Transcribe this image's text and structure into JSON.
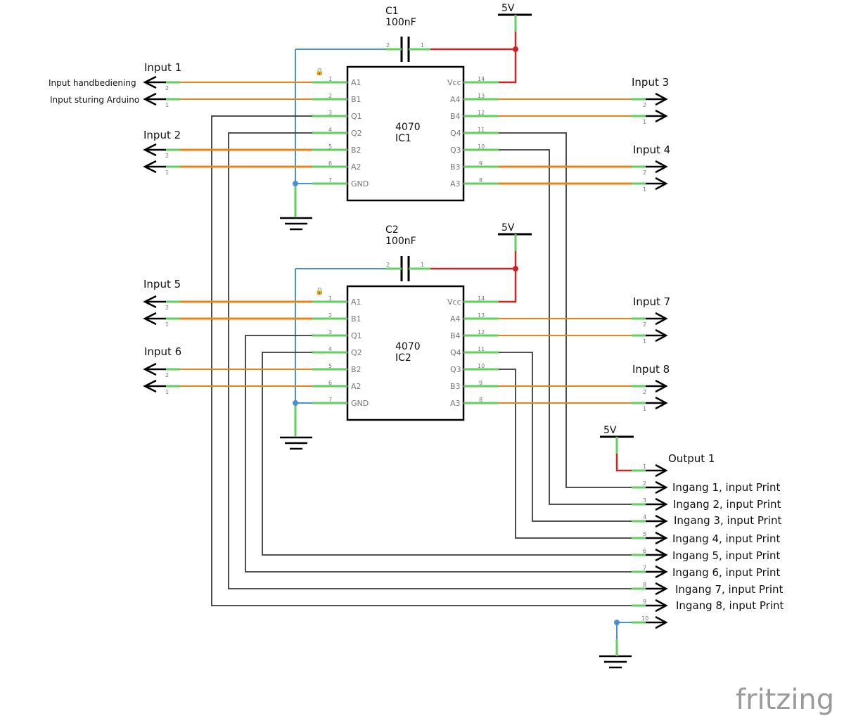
{
  "ics": [
    {
      "type": "4070",
      "ref": "IC1",
      "left_pins": [
        {
          "num": "1",
          "name": "A1"
        },
        {
          "num": "2",
          "name": "B1"
        },
        {
          "num": "3",
          "name": "Q1"
        },
        {
          "num": "4",
          "name": "Q2"
        },
        {
          "num": "5",
          "name": "B2"
        },
        {
          "num": "6",
          "name": "A2"
        },
        {
          "num": "7",
          "name": "GND"
        }
      ],
      "right_pins": [
        {
          "num": "14",
          "name": "Vcc"
        },
        {
          "num": "13",
          "name": "A4"
        },
        {
          "num": "12",
          "name": "B4"
        },
        {
          "num": "11",
          "name": "Q4"
        },
        {
          "num": "10",
          "name": "Q3"
        },
        {
          "num": "9",
          "name": "B3"
        },
        {
          "num": "8",
          "name": "A3"
        }
      ]
    },
    {
      "type": "4070",
      "ref": "IC2",
      "left_pins": [
        {
          "num": "1",
          "name": "A1"
        },
        {
          "num": "2",
          "name": "B1"
        },
        {
          "num": "3",
          "name": "Q1"
        },
        {
          "num": "4",
          "name": "Q2"
        },
        {
          "num": "5",
          "name": "B2"
        },
        {
          "num": "6",
          "name": "A2"
        },
        {
          "num": "7",
          "name": "GND"
        }
      ],
      "right_pins": [
        {
          "num": "14",
          "name": "Vcc"
        },
        {
          "num": "13",
          "name": "A4"
        },
        {
          "num": "12",
          "name": "B4"
        },
        {
          "num": "11",
          "name": "Q4"
        },
        {
          "num": "10",
          "name": "Q3"
        },
        {
          "num": "9",
          "name": "B3"
        },
        {
          "num": "8",
          "name": "A3"
        }
      ]
    }
  ],
  "capacitors": [
    {
      "ref": "C1",
      "value": "100nF",
      "pin_a": "2",
      "pin_b": "1"
    },
    {
      "ref": "C2",
      "value": "100nF",
      "pin_a": "2",
      "pin_b": "1"
    }
  ],
  "supplies": [
    "5V",
    "5V",
    "5V"
  ],
  "input_connectors": [
    {
      "title": "Input 1",
      "pins": [
        {
          "num": "2",
          "label": "Input handbediening"
        },
        {
          "num": "1",
          "label": "Input sturing Arduino"
        }
      ]
    },
    {
      "title": "Input 2",
      "pins": [
        {
          "num": "2",
          "label": ""
        },
        {
          "num": "1",
          "label": ""
        }
      ]
    },
    {
      "title": "Input 3",
      "pins": [
        {
          "num": "2",
          "label": ""
        },
        {
          "num": "1",
          "label": ""
        }
      ]
    },
    {
      "title": "Input 4",
      "pins": [
        {
          "num": "2",
          "label": ""
        },
        {
          "num": "1",
          "label": ""
        }
      ]
    },
    {
      "title": "Input 5",
      "pins": [
        {
          "num": "2",
          "label": ""
        },
        {
          "num": "1",
          "label": ""
        }
      ]
    },
    {
      "title": "Input 6",
      "pins": [
        {
          "num": "2",
          "label": ""
        },
        {
          "num": "1",
          "label": ""
        }
      ]
    },
    {
      "title": "Input 7",
      "pins": [
        {
          "num": "2",
          "label": ""
        },
        {
          "num": "1",
          "label": ""
        }
      ]
    },
    {
      "title": "Input 8",
      "pins": [
        {
          "num": "2",
          "label": ""
        },
        {
          "num": "1",
          "label": ""
        }
      ]
    }
  ],
  "output_connector": {
    "pins": [
      {
        "num": "1",
        "label": "Output 1"
      },
      {
        "num": "2",
        "label": "Ingang 1, input Print"
      },
      {
        "num": "3",
        "label": "Ingang 2, input Print"
      },
      {
        "num": "4",
        "label": "Ingang 3, input Print"
      },
      {
        "num": "5",
        "label": "Ingang 4, input Print"
      },
      {
        "num": "6",
        "label": "Ingang 5, input Print"
      },
      {
        "num": "7",
        "label": "Ingang 6, input Print"
      },
      {
        "num": "8",
        "label": "Ingang 7, input Print"
      },
      {
        "num": "9",
        "label": "Ingang 8, input Print"
      },
      {
        "num": "10",
        "label": ""
      }
    ]
  },
  "logo_text": "fritzing",
  "colors": {
    "wire_signal": "#e8831a",
    "wire_output": "#3a3a3a",
    "wire_ground": "#4a90d9",
    "wire_power": "#cc2222",
    "pin_stub": "#5fd15f",
    "pin_tip": "#1f7a1f",
    "body": "#000000"
  }
}
